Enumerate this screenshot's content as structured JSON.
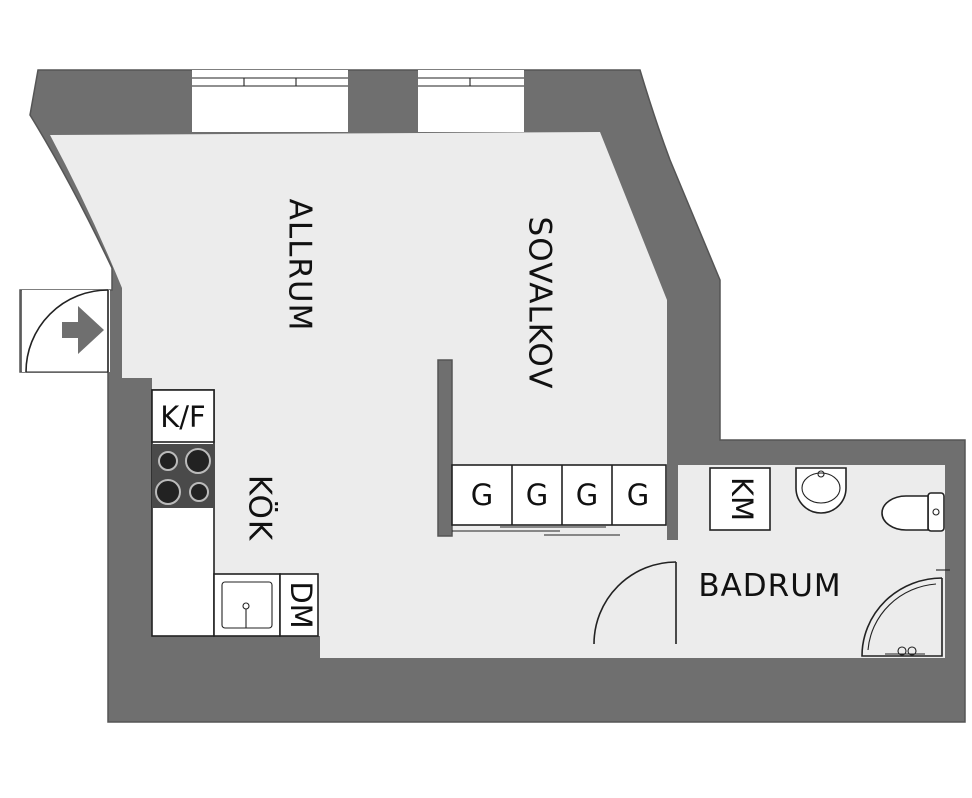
{
  "rooms": {
    "allrum": "ALLRUM",
    "sovalkov": "SOVALKOV",
    "kok": "KÖK",
    "badrum": "BADRUM"
  },
  "fixtures": {
    "fridge_freezer": "K/F",
    "dishwasher": "DM",
    "washing_machine": "KM",
    "wardrobe": "G"
  },
  "colors": {
    "wall": "#6f6f6f",
    "floor": "#ececec",
    "stove": "#4a4a4a"
  }
}
